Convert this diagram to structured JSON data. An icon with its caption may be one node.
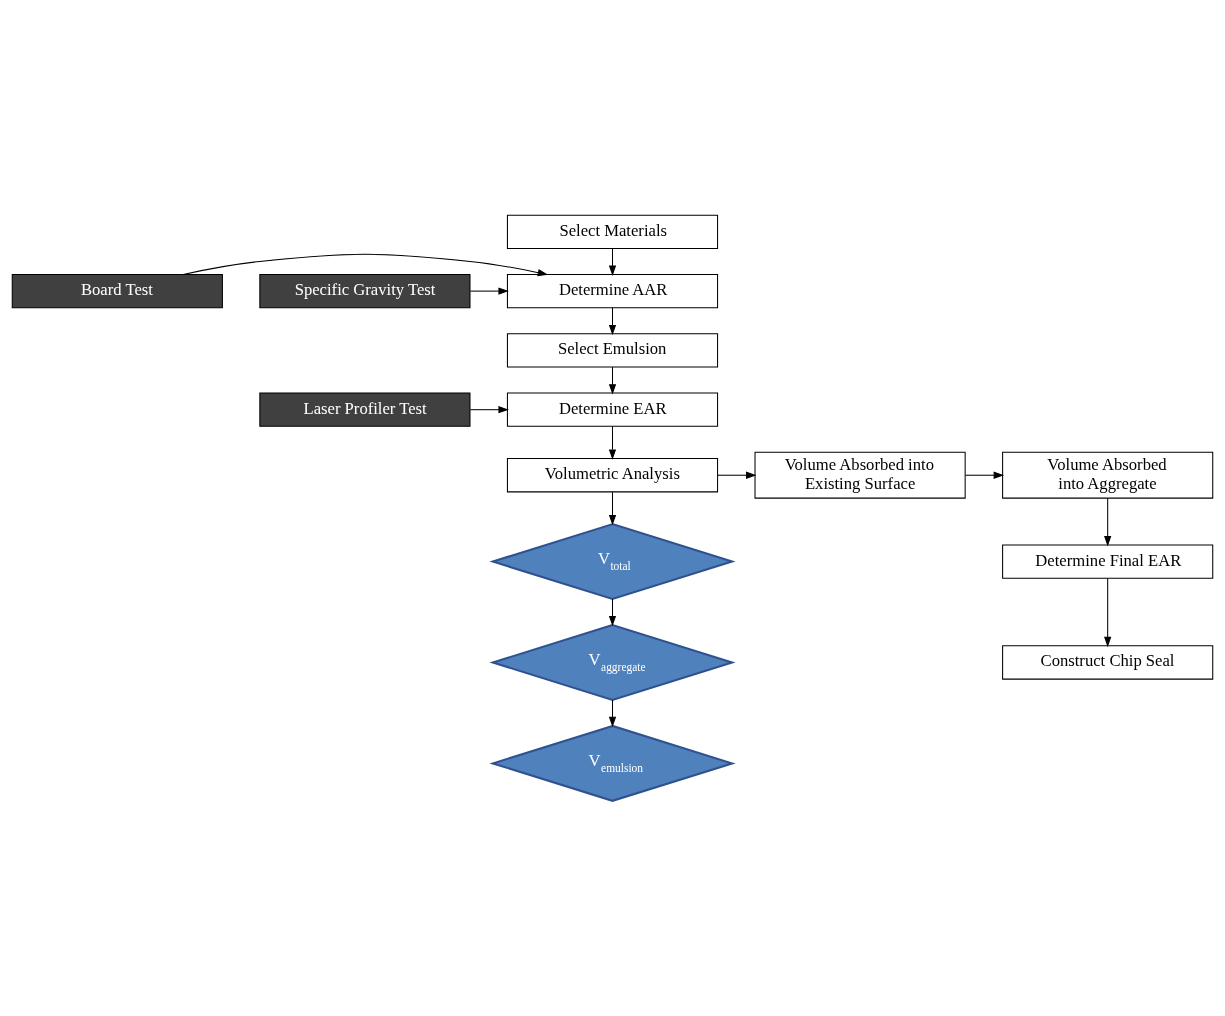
{
  "diagram": {
    "nodes": [
      {
        "text": [
          "Select Materials"
        ]
      },
      {
        "text": [
          "Determine AAR"
        ]
      },
      {
        "text": [
          "Board Test"
        ]
      },
      {
        "text": [
          "Specific Gravity Test"
        ]
      },
      {
        "text": [
          "Select Emulsion"
        ]
      },
      {
        "text": [
          "Determine EAR"
        ]
      },
      {
        "text": [
          "Laser Profiler Test"
        ]
      },
      {
        "text": [
          "Volumetric Analysis"
        ]
      },
      {
        "text": [
          "Volume Absorbed into Existing Surface"
        ]
      },
      {
        "text": [
          "Volume Absorbed into Aggregate"
        ]
      },
      {
        "text": [
          "Determine Final EAR"
        ]
      },
      {
        "text": [
          "Construct Chip Seal"
        ]
      },
      {
        "text": [
          "V$_{total}$"
        ]
      },
      {
        "text": [
          "V$_{aggregate}$"
        ]
      },
      {
        "text": [
          "V$_{emulsion}$"
        ]
      }
    ],
    "edges": [
      {
        "from": 0,
        "to": 1,
        "arrow": "to"
      },
      {
        "from": 2,
        "to": 1,
        "arrow": "to"
      },
      {
        "from": 3,
        "to": 1,
        "arrow": "to"
      },
      {
        "from": 1,
        "to": 4,
        "arrow": "to"
      },
      {
        "from": 4,
        "to": 5,
        "arrow": "to"
      },
      {
        "from": 6,
        "to": 5,
        "arrow": "to"
      },
      {
        "from": 5,
        "to": 7,
        "arrow": "to"
      },
      {
        "from": 7,
        "to": 8,
        "arrow": "to"
      },
      {
        "from": 8,
        "to": 9,
        "arrow": "to"
      },
      {
        "from": 9,
        "to": 10,
        "arrow": "to"
      },
      {
        "from": 10,
        "to": 11,
        "arrow": "to"
      },
      {
        "from": 7,
        "to": 12,
        "arrow": "to"
      },
      {
        "from": 12,
        "to": 13,
        "arrow": "to"
      },
      {
        "from": 13,
        "to": 14,
        "arrow": "to"
      }
    ]
  }
}
